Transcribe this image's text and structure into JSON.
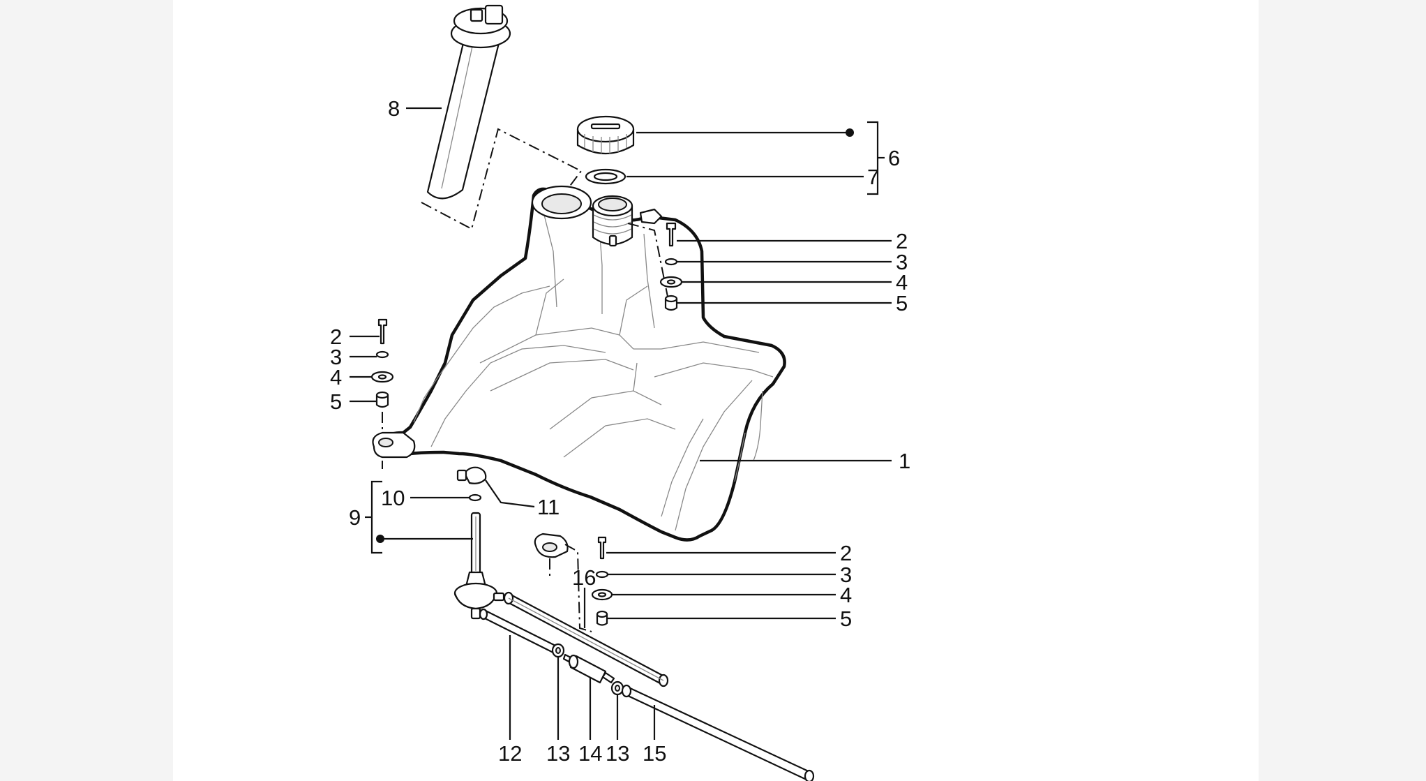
{
  "callouts": {
    "c1": "1",
    "c2": "2",
    "c3": "3",
    "c4": "4",
    "c5": "5",
    "c6": "6",
    "c7": "7",
    "c8": "8",
    "c9": "9",
    "c10": "10",
    "c11": "11",
    "c12": "12",
    "c13": "13",
    "c14": "14",
    "c15": "15",
    "c16": "16"
  },
  "colors": {
    "background": "#f4f4f4",
    "paper": "#ffffff",
    "line": "#111111"
  }
}
